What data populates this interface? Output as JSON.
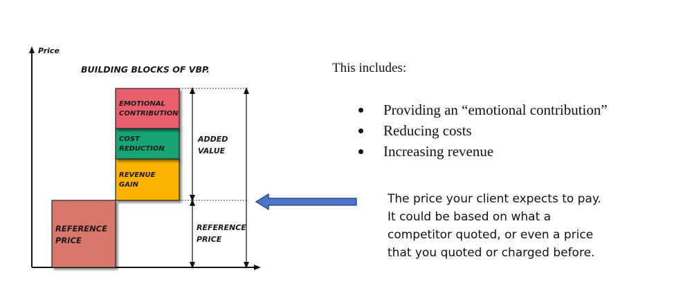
{
  "diagram": {
    "axis_label": "Price",
    "title": "BUILDING BLOCKS OF VBP.",
    "blocks": {
      "reference": [
        "REFERENCE",
        "PRICE"
      ],
      "revenue": [
        "REVENUE",
        "GAIN"
      ],
      "cost": [
        "COST",
        "REDUCTION"
      ],
      "emotional": [
        "EMOTIONAL",
        "CONTRIBUTION"
      ]
    },
    "added_value": [
      "ADDED",
      "VALUE"
    ],
    "reference_price": [
      "REFERENCE",
      "PRICE"
    ],
    "colors": {
      "reference": "#d9776c",
      "revenue": "#f9b200",
      "cost": "#13a577",
      "emotional": "#e95f6c",
      "arrow": "#4a74c4"
    }
  },
  "text": {
    "intro": "This includes:",
    "bullets": [
      "Providing an “emotional contribution”",
      "Reducing costs",
      "Increasing revenue"
    ],
    "description": "The price your client expects to pay. It could be based on what a competitor quoted, or even a price that you quoted or charged before."
  }
}
